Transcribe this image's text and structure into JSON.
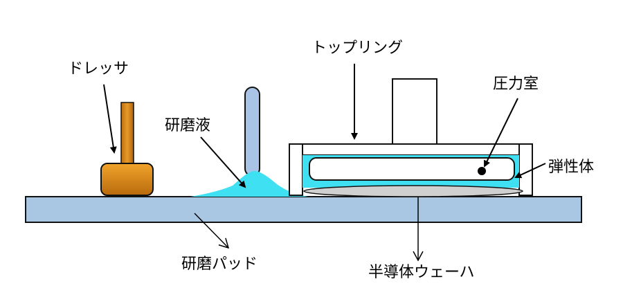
{
  "labels": {
    "dresser": "ドレッサ",
    "top_ring": "トップリング",
    "pressure_chamber": "圧力室",
    "slurry": "研磨液",
    "elastic_body": "弾性体",
    "polishing_pad": "研磨パッド",
    "wafer": "半導体ウェーハ"
  },
  "colors": {
    "pad": "#a9c6e2",
    "slurry": "#3fe0f2",
    "dresser_body": "#d88412",
    "nozzle": "#a9c3e6",
    "wafer": "#d0d0d0",
    "outline": "#111111"
  }
}
